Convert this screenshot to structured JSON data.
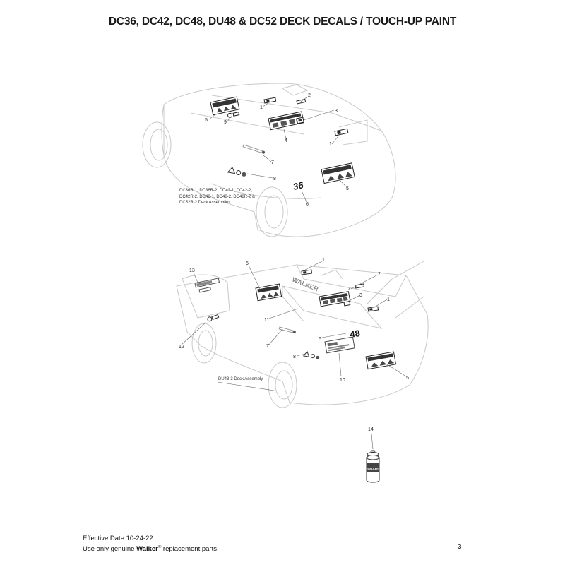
{
  "header": {
    "title": "DC36, DC42, DC48, DU48 & DC52 DECK DECALS / TOUCH-UP PAINT"
  },
  "diagram_top": {
    "assembly_label_lines": [
      "DC36R-1, DC36R-2, DC42-1, DC42-2,",
      "DC42R-2, DC48-1, DC48-2, DC48R-2 &",
      "DC52R-2 Deck Assemblies"
    ],
    "deck_number_decal": "36",
    "callouts": [
      "1",
      "2",
      "3",
      "5",
      "9",
      "4",
      "1",
      "7",
      "8",
      "5",
      "6"
    ]
  },
  "diagram_bottom": {
    "assembly_label": "DU48-3 Deck Assembly",
    "deck_number_decal": "48",
    "brand_decal": "WALKER",
    "callouts": [
      "13",
      "5",
      "1",
      "2",
      "4",
      "3",
      "1",
      "11",
      "6",
      "12",
      "7",
      "8",
      "10",
      "5"
    ]
  },
  "paint_can": {
    "callout": "14",
    "label": "WALKER"
  },
  "footer": {
    "effective_date": "Effective Date 10-24-22",
    "note_prefix": "Use only genuine ",
    "brand": "Walker",
    "registered_mark": "®",
    "note_suffix": " replacement parts.",
    "page_number": "3"
  }
}
